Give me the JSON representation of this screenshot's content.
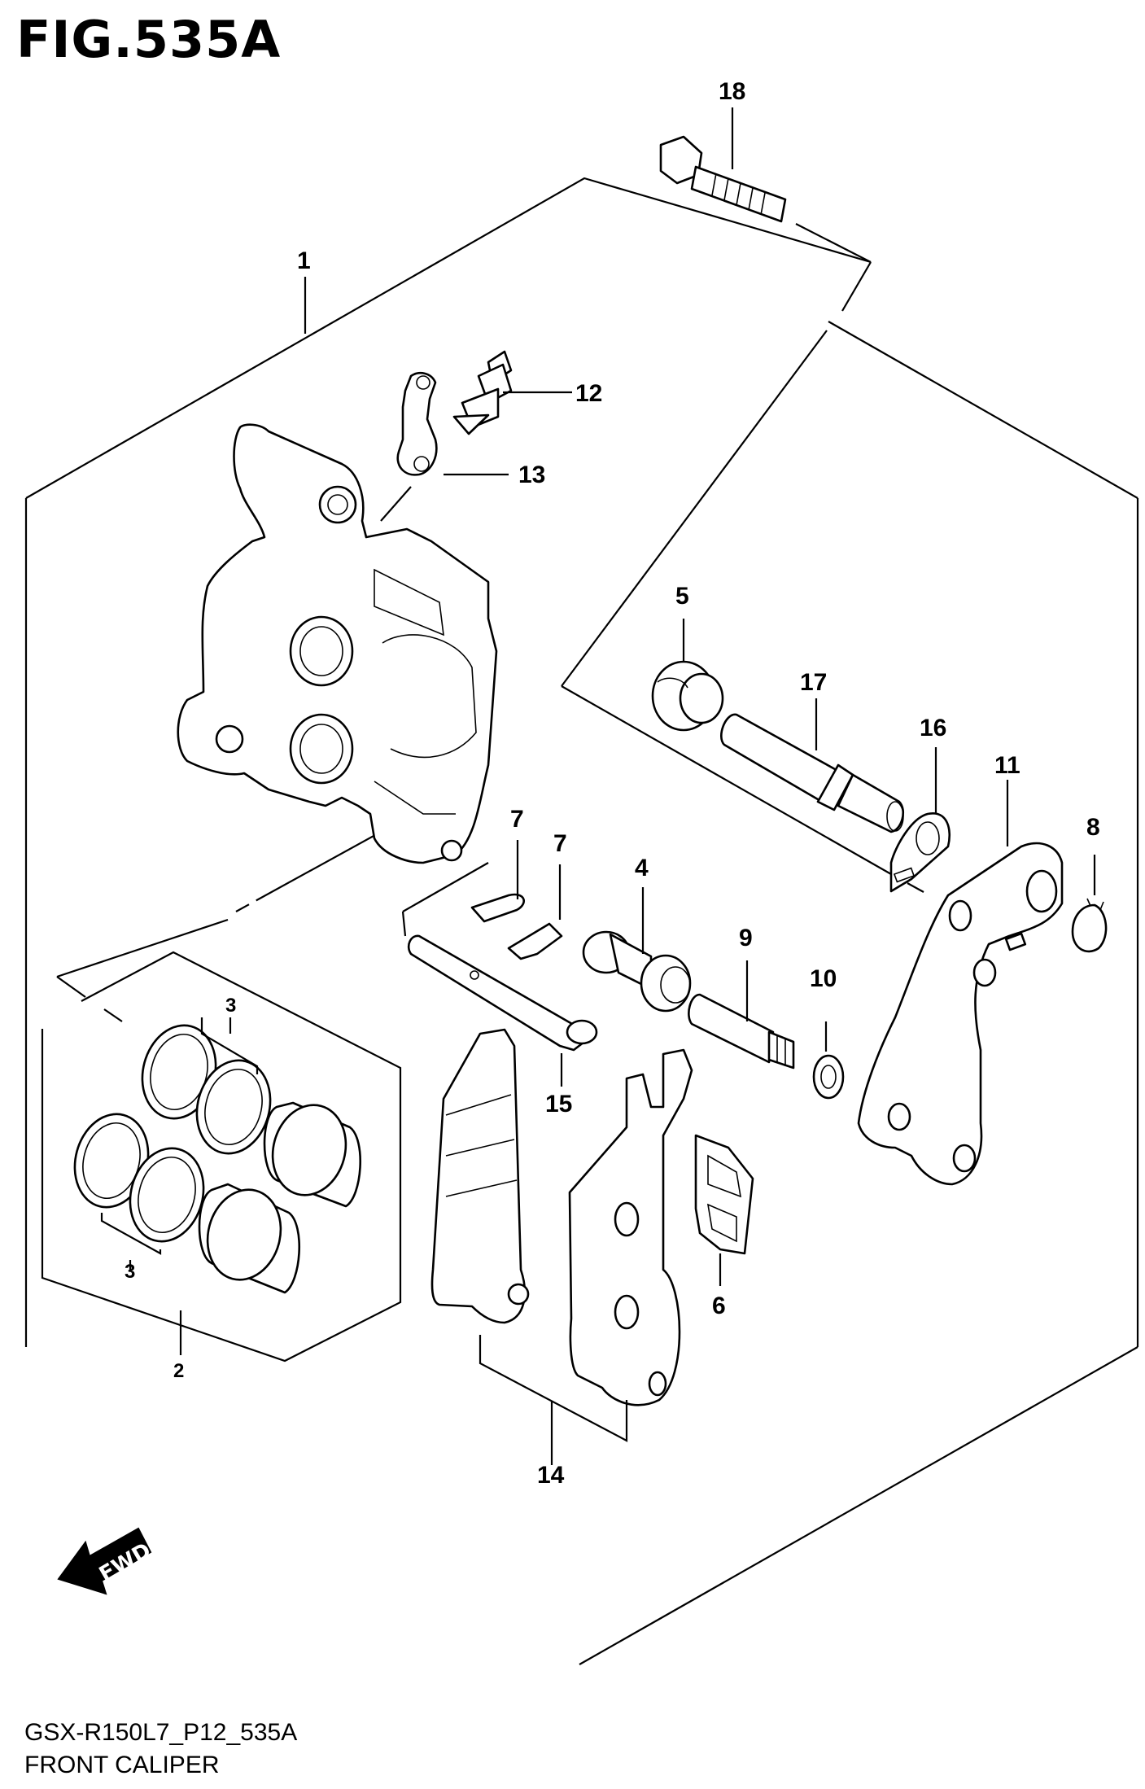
{
  "figure": {
    "title": "FIG.535A",
    "model_code": "GSX-R150L7_P12_535A",
    "name": "FRONT CALIPER"
  },
  "callouts": {
    "c1": "1",
    "c2": "2",
    "c3a": "3",
    "c3b": "3",
    "c4": "4",
    "c5": "5",
    "c6": "6",
    "c7a": "7",
    "c7b": "7",
    "c8": "8",
    "c9": "9",
    "c10": "10",
    "c11": "11",
    "c12": "12",
    "c13": "13",
    "c14": "14",
    "c15": "15",
    "c16": "16",
    "c17": "17",
    "c18": "18"
  },
  "direction": {
    "label": "FWD"
  }
}
